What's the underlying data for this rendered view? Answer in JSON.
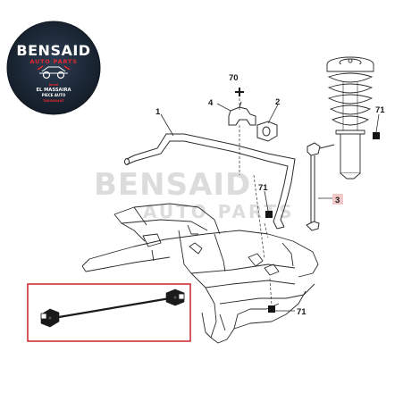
{
  "logo": {
    "brand": "BENSAID",
    "tagline": "AUTO PARTS",
    "small_text": "Jamal",
    "place": "EL MASSAIRA",
    "sub": "PIECE AUTO",
    "city": "TAROUDANT",
    "colors": {
      "background": "#1d2a38",
      "accent": "#e3272f",
      "text": "#ffffff"
    }
  },
  "watermark": {
    "brand": "BENSAID",
    "tagline": "AUTO PARTS"
  },
  "callouts": {
    "c1": "1",
    "c2": "2",
    "c3": "3",
    "c4": "4",
    "c70": "70",
    "c71a": "71",
    "c71b": "71",
    "c71c": "71"
  },
  "colors": {
    "line": "#2b2b2b",
    "highlight_box": "#c9242b",
    "callout_3_bg": "#f2c9c9"
  }
}
